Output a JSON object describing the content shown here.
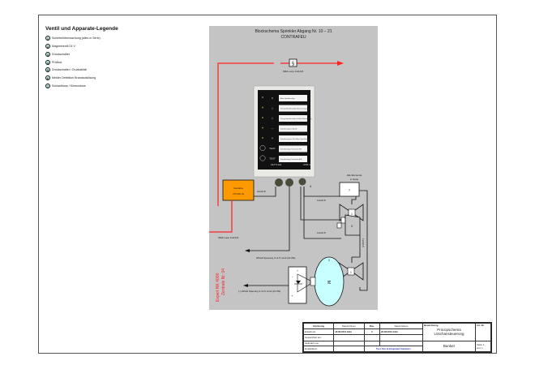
{
  "legend": {
    "title": "Ventil und Apparate-Legende",
    "items": [
      {
        "num": "1",
        "label": "Schieberüberwachung (alles in Serie)"
      },
      {
        "num": "2",
        "label": "Magnetventil 24 V"
      },
      {
        "num": "3",
        "label": "Druckschalter"
      },
      {
        "num": "4",
        "label": "Prüfbox"
      },
      {
        "num": "5",
        "label": "Druckschalter / Druckabfall"
      },
      {
        "num": "6",
        "label": "Melder Detektion Brandauslösung"
      },
      {
        "num": "7",
        "label": "Schlaufdose / Klemmdose"
      }
    ]
  },
  "diagram": {
    "title_line1": "Blockschema Sprinkler Abgang Nr.  10 – 21",
    "title_line2": "CONTRAFEU",
    "sma_top": "SMA Loop 1x2x0,8",
    "sma_left": "SMA Loop 1x2x0,8",
    "orange_box_line1": "Contrafeu",
    "orange_box_line2": "470 020 02",
    "cable_orange": "2x2x0,8",
    "cable_7": "1x2x0,8",
    "cable_3": "1x2x0,8",
    "cable_vertical": "1x2x0,8",
    "alle_elemente_1": "Alle Elemente",
    "alle_elemente_2": "in Serie",
    "label_4": "4",
    "label_7": "7",
    "label_1a": "1",
    "label_1b": "1",
    "label_3": "3",
    "label_2": "2",
    "label_M": "M",
    "label_7b": "7",
    "voltage_1": "24Volt Spesung 3 x1.5 mm2 (2L PE)",
    "voltage_2": "(-) 24Volt Spesung 3 x1.5 mm2 (2L PE)",
    "expert_1": "Expert NK 4000",
    "expert_2": "Zentrale Nr. 04",
    "panel_brand": "ZETTLER",
    "panel_model": "SPB-4",
    "panel_rows": [
      "Alarm Sprinkleranlage",
      "Störung Sprinkleranlage Überwachung gestört",
      "Störung Sprinkleranlage Schieber/Überwachung",
      "Sprinkleranlage in Betrieb",
      "Sprinkleranlage in Test / Alarm Sprinkleranlage",
      "Sprinkleranlage Testschalter EIN",
      "Sprinkleranlage Testschalter AUS"
    ],
    "panel_test": "TEST"
  },
  "titleblock": {
    "h_zeichnung": "Zeichnung",
    "h_datum": "Datum/Visum",
    "h_rev": "Rev.",
    "h_datum2": "Datum/Visum",
    "h_bezeichnung": "Bezeichnung",
    "h_artnr": "Art. Nr.",
    "r_erstellt": "Erstellt am:",
    "r_erstellt_val": "18.08.2012  GHü",
    "r_rev_val": "3",
    "r_rev_date": "23.08.2012  GHü",
    "r_gespeichert": "Gespeichert am:",
    "r_geaendert": "Geändert von:",
    "r_druckdatum": "Druckdatum:",
    "company": "Tyco Fire & Integrated Solutions",
    "title_1": "Prinzipschema",
    "title_2": "Löschansteuerung",
    "bunker": "Bunker",
    "seite_label": "Seite:",
    "seite_val": "1",
    "von_label": "von:",
    "von_val": "1"
  },
  "colors": {
    "red": "#ff2020",
    "orange": "#ff9900",
    "motor": "#c8ffff",
    "background": "#c4c4c4"
  }
}
